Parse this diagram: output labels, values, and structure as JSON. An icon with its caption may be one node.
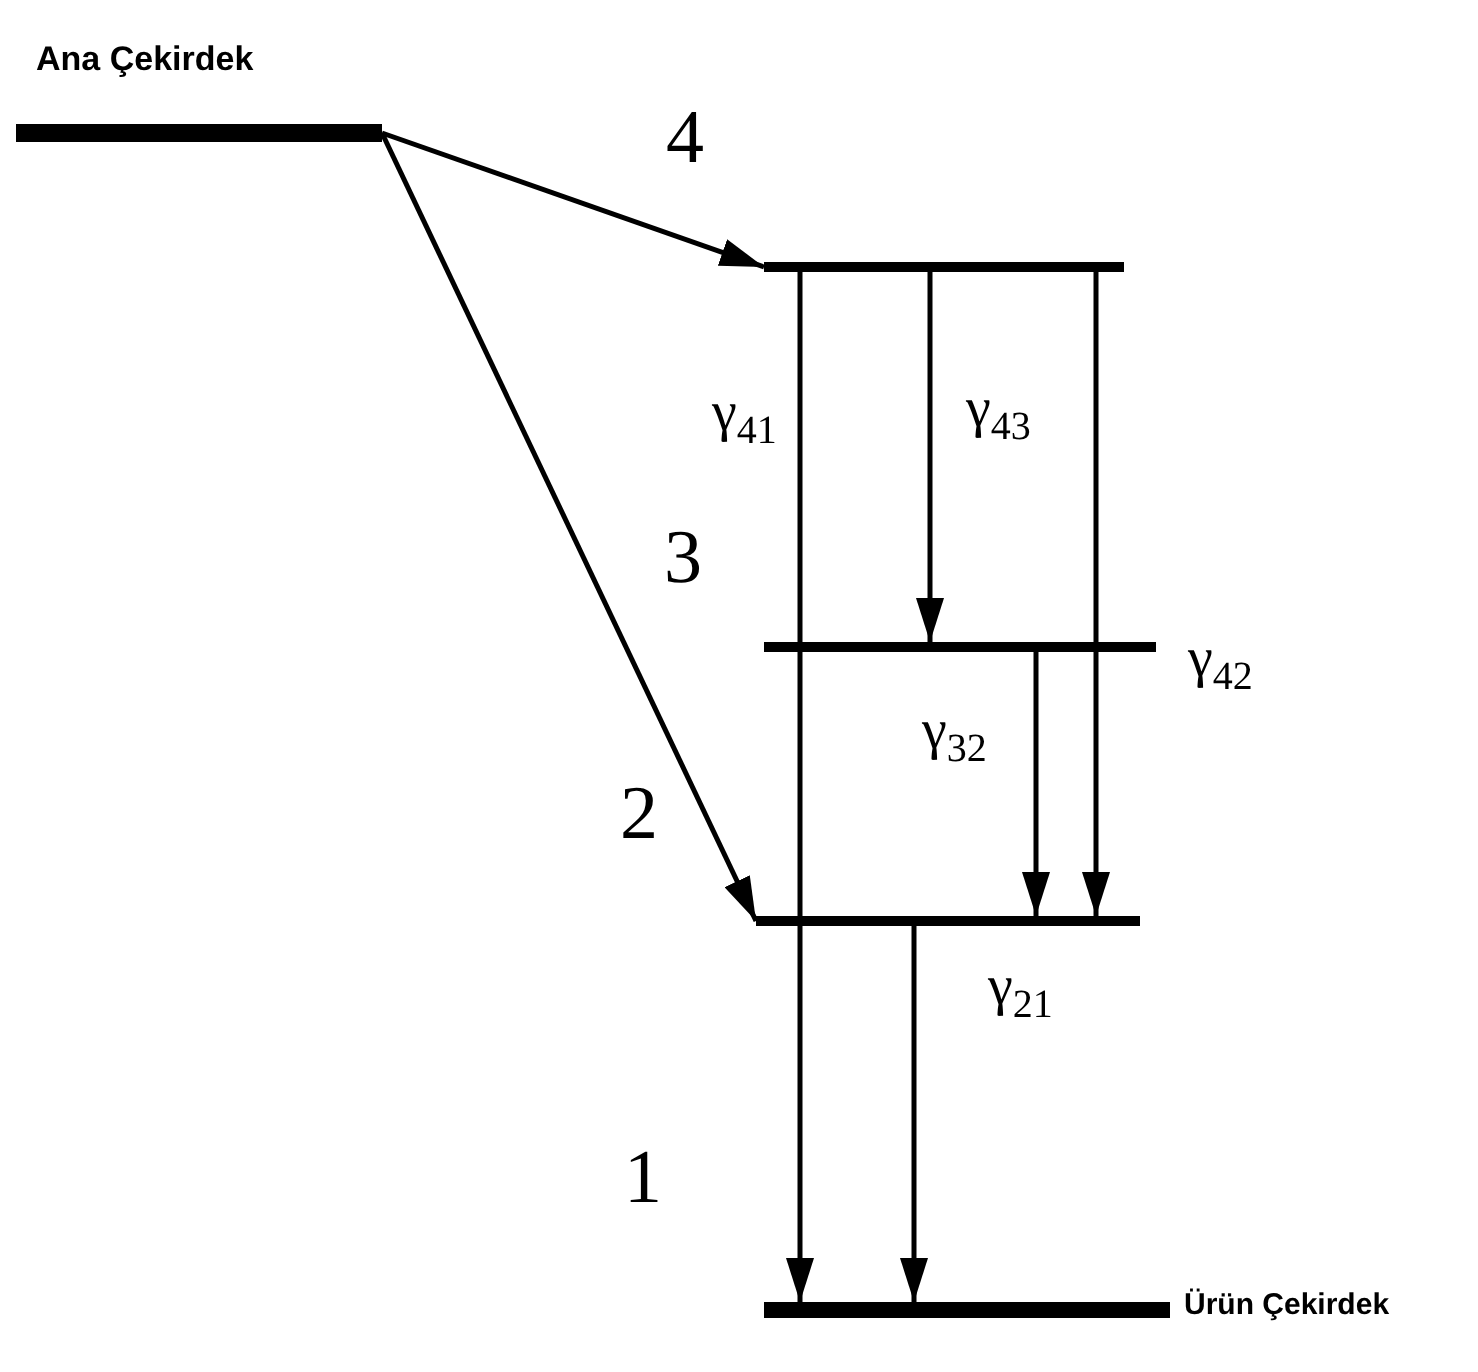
{
  "diagram": {
    "nodes": [
      {
        "text": [
          "Ana Çekirdek"
        ]
      },
      {
        "text": [],
        "shape": "bar",
        "beside": [
          "4"
        ]
      },
      {
        "text": [],
        "shape": "bar",
        "beside": [
          "3"
        ]
      },
      {
        "text": [],
        "shape": "bar",
        "beside": [
          "2"
        ]
      },
      {
        "text": [
          "Ürün Çekirdek"
        ],
        "beside": [
          "1"
        ]
      }
    ],
    "edges": [
      {
        "from": 0,
        "to": 1,
        "arrow": "to"
      },
      {
        "from": 0,
        "to": 3,
        "arrow": "to"
      },
      {
        "from": 1,
        "to": 4,
        "arrow": "to",
        "label": "γ$_{41}$"
      },
      {
        "from": 1,
        "to": 2,
        "arrow": "to",
        "label": "γ$_{43}$"
      },
      {
        "from": 1,
        "to": 3,
        "arrow": "to",
        "label": "γ$_{42}$"
      },
      {
        "from": 2,
        "to": 3,
        "arrow": "to",
        "label": "γ$_{32}$"
      },
      {
        "from": 3,
        "to": 4,
        "arrow": "to",
        "label": "γ$_{21}$"
      }
    ]
  }
}
